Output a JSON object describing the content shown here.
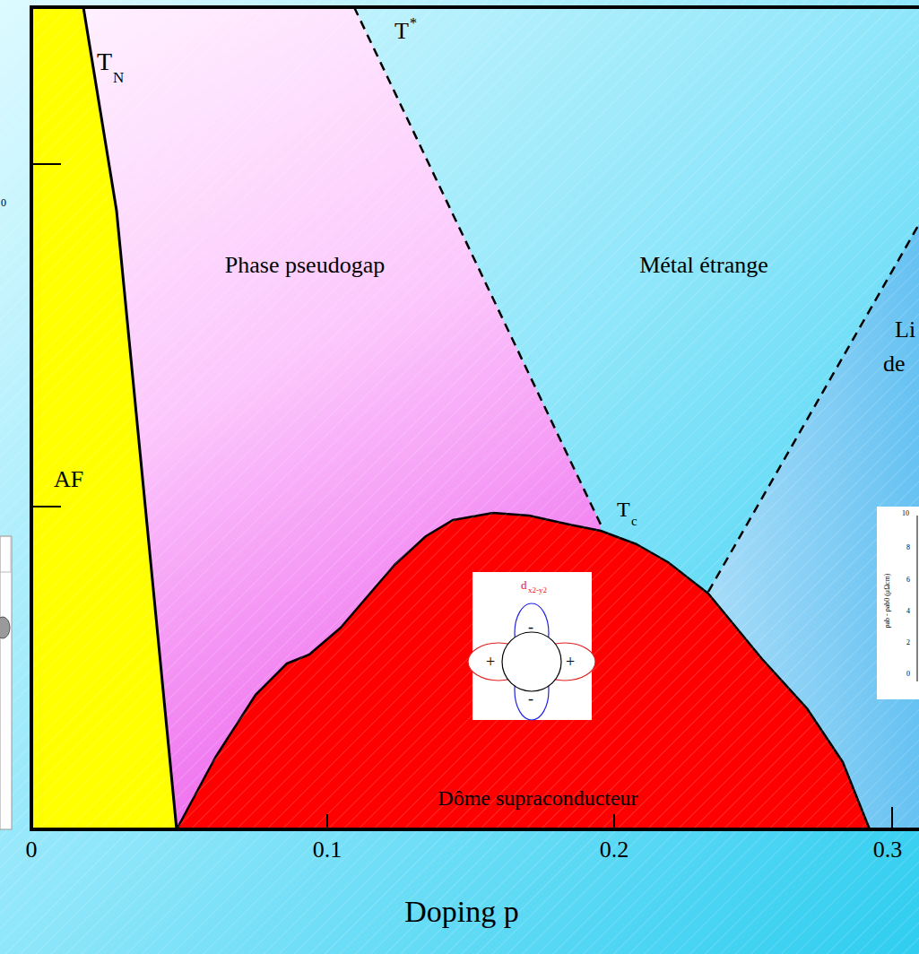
{
  "diagram": {
    "nodes": [
      {
        "text": [
          "d",
          "x2-y2",
          "-",
          "+",
          "+",
          "-"
        ]
      },
      {
        "text": [
          "10",
          "8",
          "6",
          "4",
          "2",
          "0",
          "ρab - ρab0 (μΩcm)"
        ]
      }
    ],
    "labels": [
      "T",
      "N",
      "T",
      "*",
      "AF",
      "Phase pseudogap",
      "Métal étrange",
      "Li",
      "de",
      "T",
      "c",
      "Dôme supraconducteur",
      "0",
      "0.1",
      "0.2",
      "0.3",
      "Doping p",
      "0"
    ]
  }
}
